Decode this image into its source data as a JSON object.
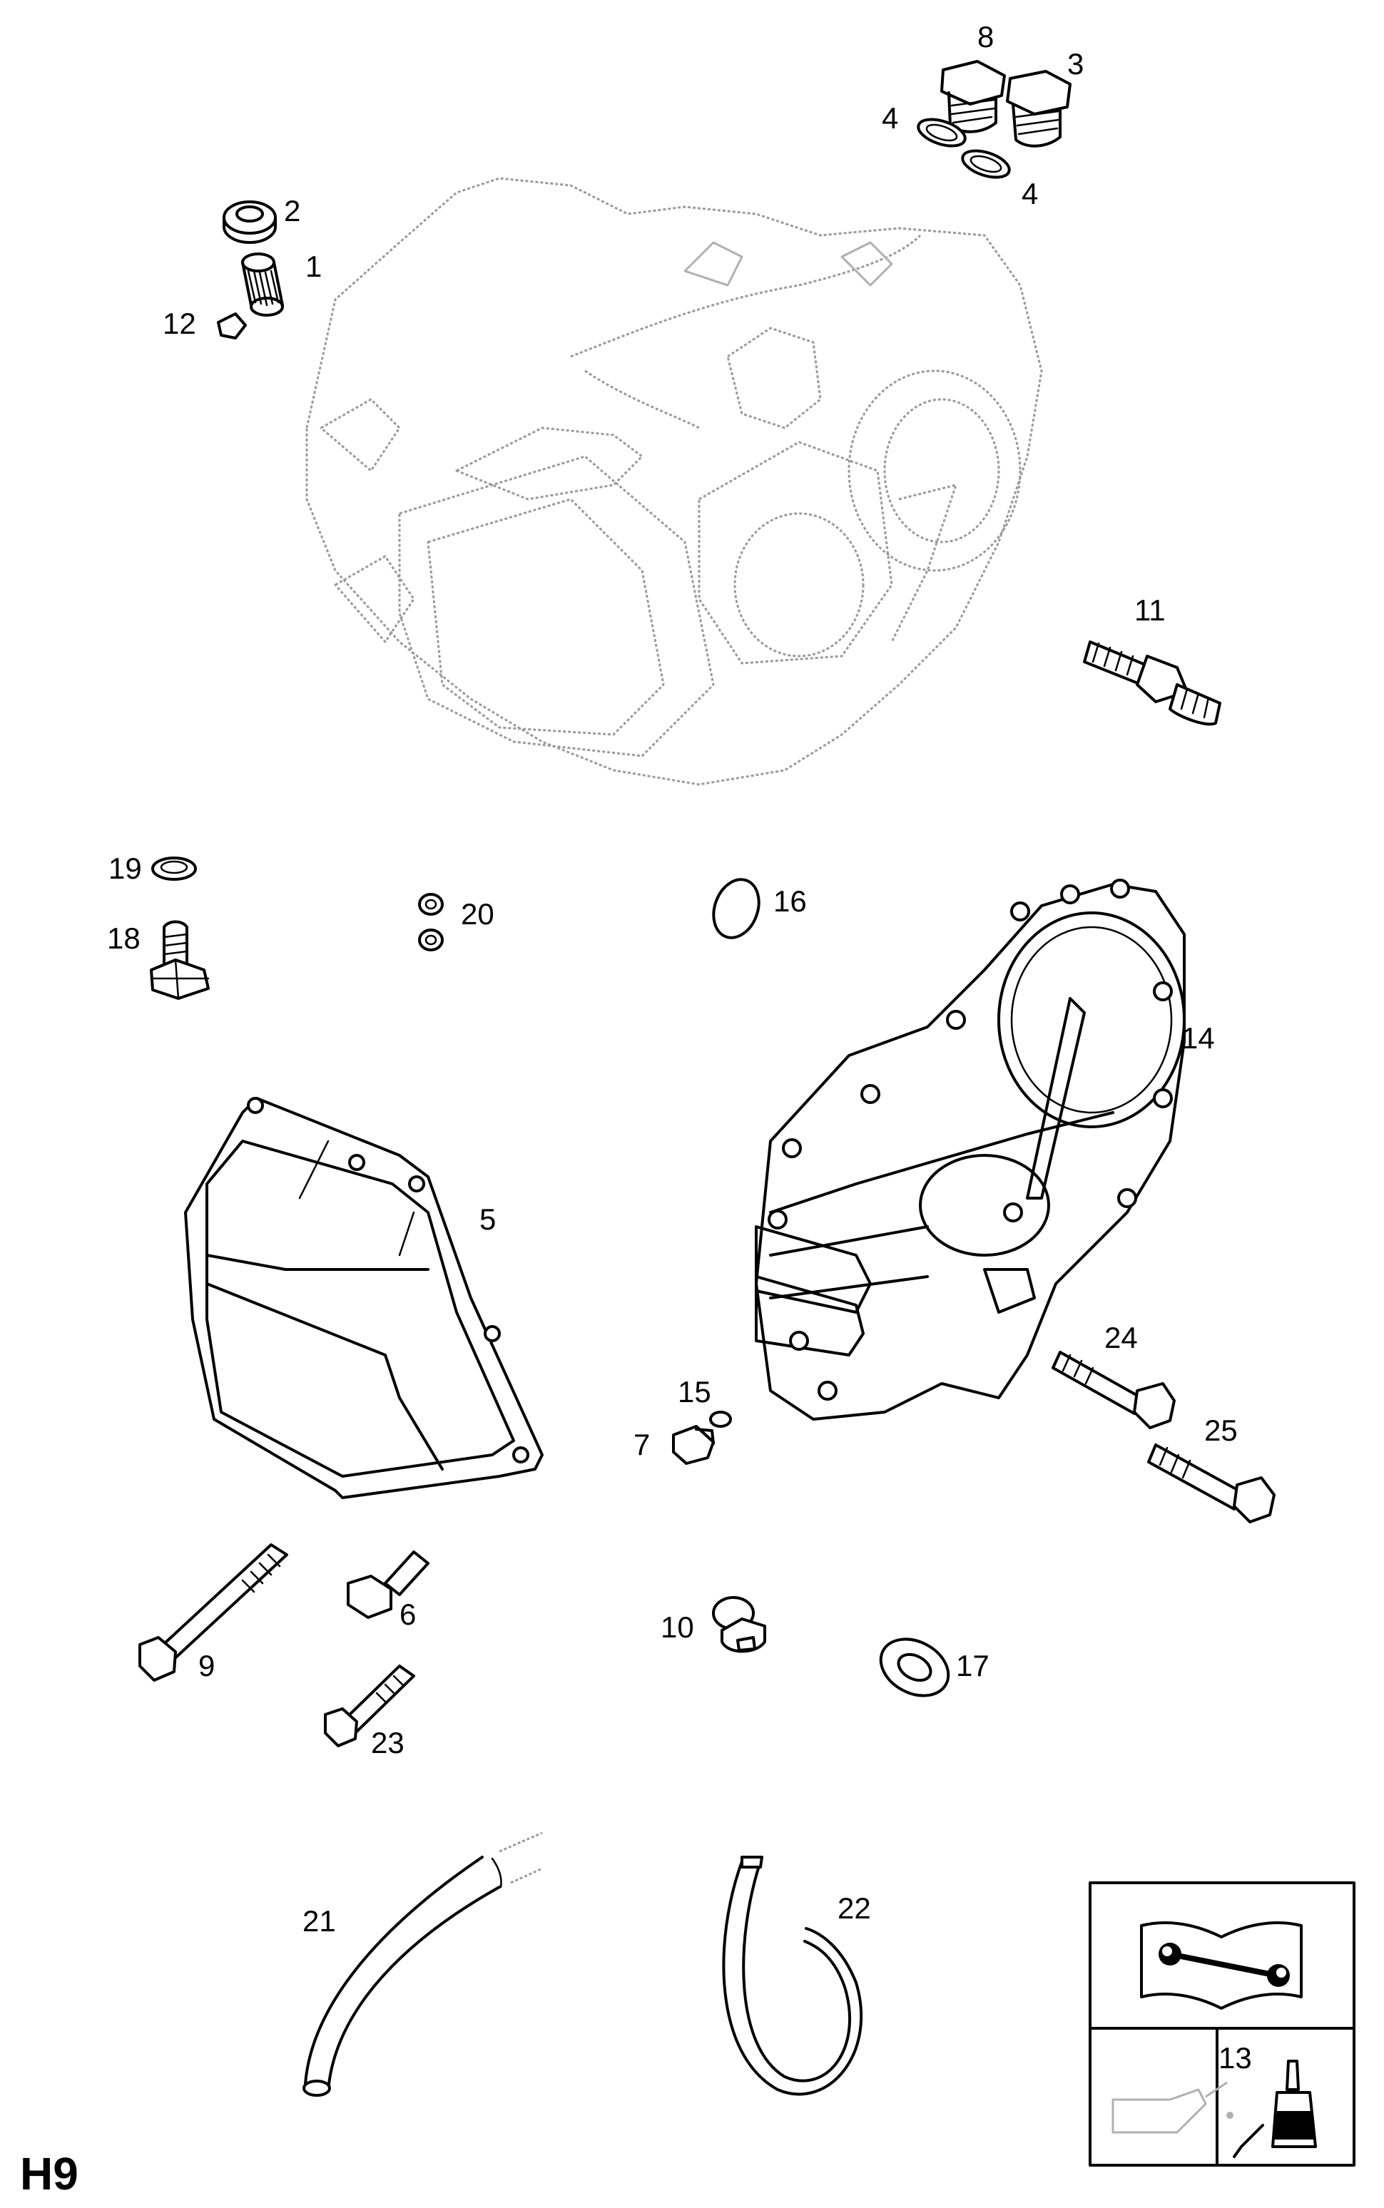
{
  "sheet_code": "H9",
  "callouts": {
    "c1": "1",
    "c2": "2",
    "c3": "3",
    "c4a": "4",
    "c4b": "4",
    "c5": "5",
    "c6": "6",
    "c7": "7",
    "c8": "8",
    "c9": "9",
    "c10": "10",
    "c11": "11",
    "c12": "12",
    "c13": "13",
    "c14": "14",
    "c15": "15",
    "c16": "16",
    "c17": "17",
    "c18": "18",
    "c19": "19",
    "c20": "20",
    "c21": "21",
    "c22": "22",
    "c23": "23",
    "c24": "24",
    "c25": "25"
  }
}
